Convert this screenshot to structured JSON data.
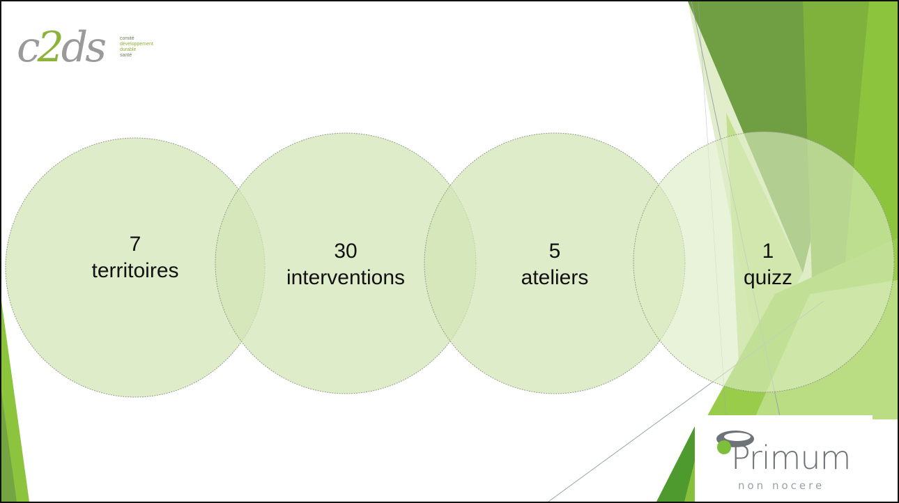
{
  "logo": {
    "main": "c2ds",
    "tagline": [
      "comité",
      "développement",
      "durable",
      "santé"
    ]
  },
  "circles": [
    {
      "number": "7",
      "label": "territoires"
    },
    {
      "number": "30",
      "label": "interventions"
    },
    {
      "number": "5",
      "label": "ateliers"
    },
    {
      "number": "1",
      "label": "quizz"
    }
  ],
  "partner_logo": {
    "name": "Primum",
    "subtitle": "non nocere"
  },
  "colors": {
    "circle_fill": "#dce9c6",
    "accent_dark": "#6f9e43",
    "accent_bright": "#8cc43e",
    "accent_light": "#b7d97a"
  }
}
